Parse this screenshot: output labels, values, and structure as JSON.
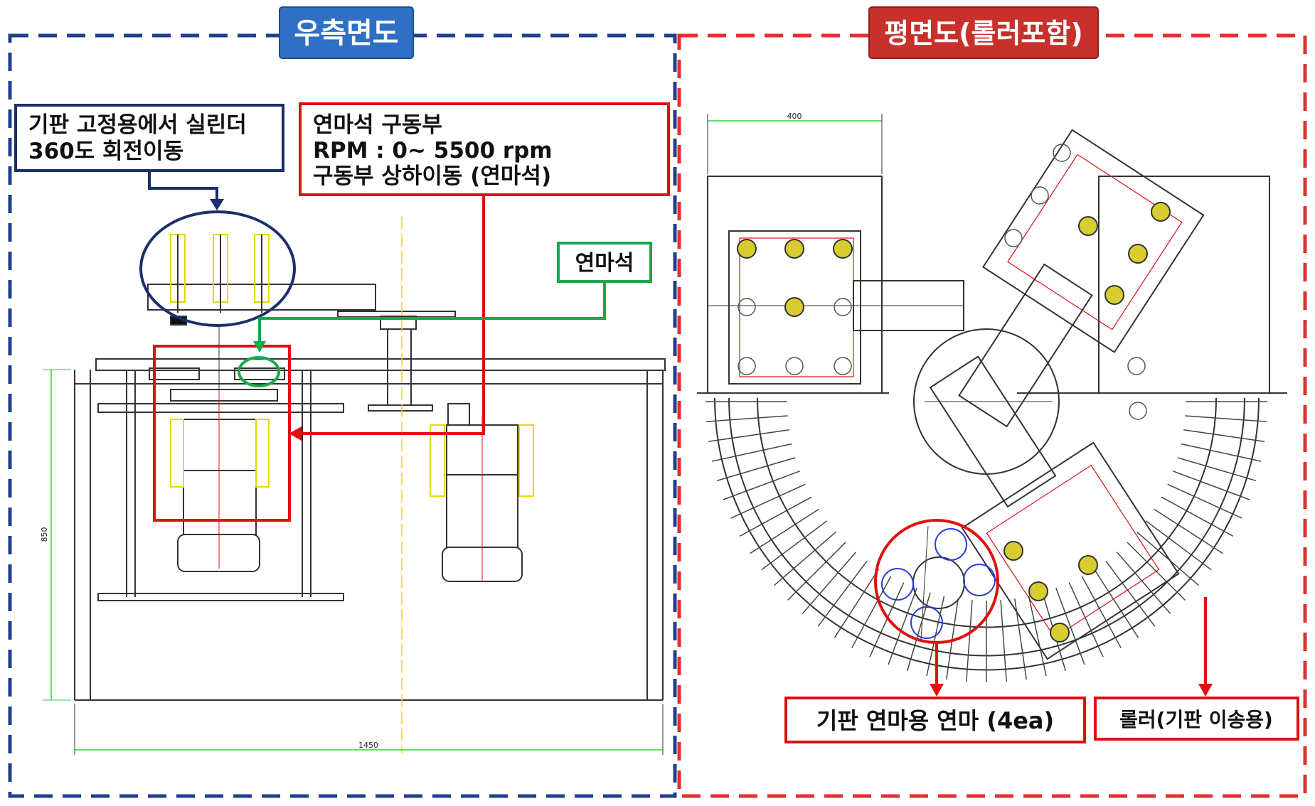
{
  "left_panel": {
    "title": "우측면도",
    "title_color": "#2f6fc4",
    "border_color": "#1f3f8f",
    "callout_cylinder": {
      "line1": "기판 고정용에서 실린더",
      "line2": "360도 회전이동"
    },
    "callout_drive": {
      "line1": "연마석 구동부",
      "line2": "RPM : 0~ 5500 rpm",
      "line3": "구동부 상하이동 (연마석)"
    },
    "callout_stone": "연마석",
    "dim_height": "850",
    "dim_width": "1450"
  },
  "right_panel": {
    "title": "평면도(롤러포함)",
    "title_color": "#c8312b",
    "border_color": "#e03030",
    "dim_top": "400",
    "callout_polish": "기판 연마용 연마 (4ea)",
    "callout_roller": "롤러(기판 이송용)"
  },
  "colors": {
    "navy": "#1a2f6b",
    "red": "#e01010",
    "green": "#1aa84a",
    "drawing": "#333333",
    "yellow": "#e8d800",
    "blue": "#2a3fd8"
  }
}
